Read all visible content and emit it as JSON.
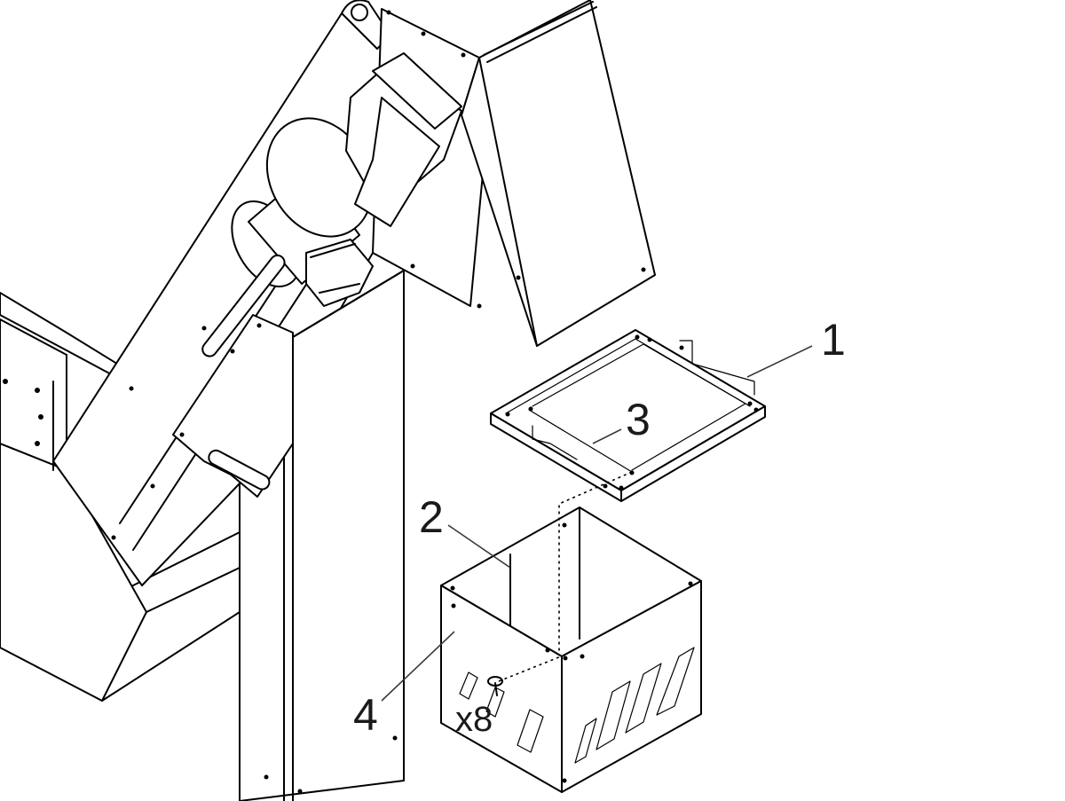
{
  "callouts": {
    "c1": "1",
    "c2": "2",
    "c3": "3",
    "c4": "4"
  },
  "quantity": "x8"
}
